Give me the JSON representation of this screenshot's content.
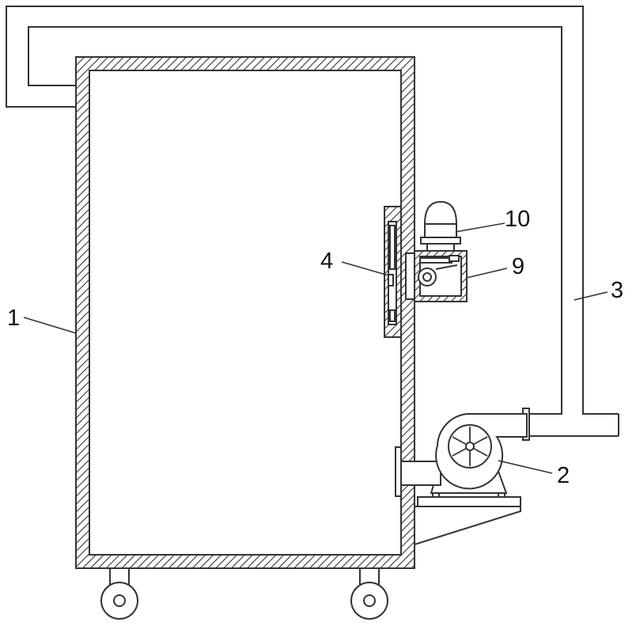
{
  "figure": {
    "callouts": {
      "c1": "1",
      "c2": "2",
      "c3": "3",
      "c4": "4",
      "c9": "9",
      "c10": "10"
    }
  },
  "colors": {
    "stroke": "#333333",
    "hatch": "#333333",
    "background": "#ffffff"
  }
}
